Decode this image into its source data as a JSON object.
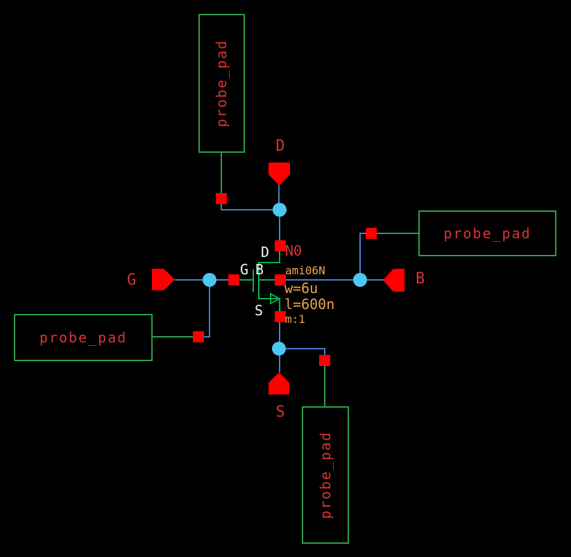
{
  "app": "schematic-editor-canvas",
  "colors": {
    "bg": "#000000",
    "box-green": "#2ba14b",
    "sym-green": "#00b44b",
    "wire-blue": "#3f82d2",
    "dot-blue": "#4bc7f2",
    "shape-red": "#ff0000",
    "text-red": "#df3232",
    "orange": "#eda452",
    "white": "#f5f5f5"
  },
  "instances": [
    {
      "id": "probe-pad-top",
      "label": "probe_pad"
    },
    {
      "id": "probe-pad-left",
      "label": "probe_pad"
    },
    {
      "id": "probe-pad-right",
      "label": "probe_pad"
    },
    {
      "id": "probe-pad-bottom",
      "label": "probe_pad"
    }
  ],
  "pins": {
    "drain": "D",
    "gate": "G",
    "source": "S",
    "bulk": "B"
  },
  "transistor": {
    "instance_name": "N0",
    "model": "ami06N",
    "width": "w=6u",
    "length": "l=600n",
    "multiplier": "m:1",
    "terminals": {
      "drain": "D",
      "gate": "G",
      "bulk": "B",
      "source": "S"
    }
  }
}
